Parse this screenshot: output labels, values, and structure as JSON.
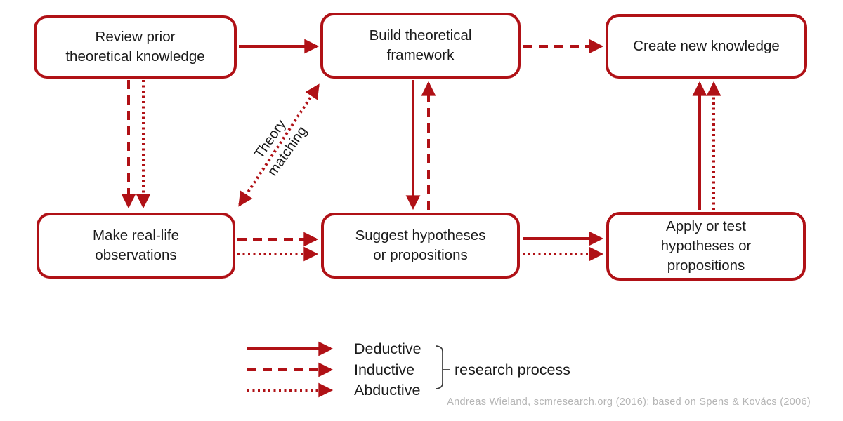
{
  "colors": {
    "accent": "#b01116",
    "text": "#1a1a1a",
    "muted": "#b5b5b5",
    "bracket": "#3a3a3a"
  },
  "nodes": [
    {
      "id": "review-prior",
      "label": "Review prior\ntheoretical knowledge"
    },
    {
      "id": "build-framework",
      "label": "Build theoretical\nframework"
    },
    {
      "id": "create-knowledge",
      "label": "Create new knowledge"
    },
    {
      "id": "make-observations",
      "label": "Make real-life\nobservations"
    },
    {
      "id": "suggest-hypotheses",
      "label": "Suggest hypotheses\nor propositions"
    },
    {
      "id": "apply-test",
      "label": "Apply or test\nhypotheses or\npropositions"
    }
  ],
  "edges": [
    {
      "from": "review-prior",
      "to": "build-framework",
      "style": "solid"
    },
    {
      "from": "build-framework",
      "to": "create-knowledge",
      "style": "dashed"
    },
    {
      "from": "review-prior",
      "to": "make-observations",
      "style": "dashed"
    },
    {
      "from": "review-prior",
      "to": "make-observations",
      "style": "dotted"
    },
    {
      "from": "make-observations",
      "to": "build-framework",
      "style": "dotted",
      "bidirectional": true,
      "label": "Theory matching"
    },
    {
      "from": "build-framework",
      "to": "suggest-hypotheses",
      "style": "solid"
    },
    {
      "from": "suggest-hypotheses",
      "to": "build-framework",
      "style": "dashed"
    },
    {
      "from": "make-observations",
      "to": "suggest-hypotheses",
      "style": "dashed"
    },
    {
      "from": "make-observations",
      "to": "suggest-hypotheses",
      "style": "dotted"
    },
    {
      "from": "suggest-hypotheses",
      "to": "apply-test",
      "style": "solid"
    },
    {
      "from": "suggest-hypotheses",
      "to": "apply-test",
      "style": "dotted"
    },
    {
      "from": "apply-test",
      "to": "create-knowledge",
      "style": "solid"
    },
    {
      "from": "apply-test",
      "to": "create-knowledge",
      "style": "dotted"
    }
  ],
  "theory_matching_label": "Theory\nmatching",
  "legend": {
    "items": [
      {
        "style": "solid",
        "label": "Deductive"
      },
      {
        "style": "dashed",
        "label": "Inductive"
      },
      {
        "style": "dotted",
        "label": "Abductive"
      }
    ],
    "group_label": "research process"
  },
  "attribution": "Andreas Wieland, scmresearch.org (2016); based on Spens & Kovács (2006)"
}
